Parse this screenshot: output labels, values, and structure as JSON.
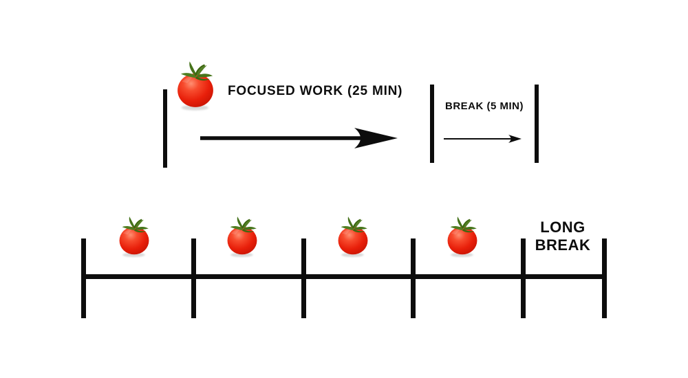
{
  "diagram": {
    "type": "pomodoro-technique-diagram",
    "cycle": {
      "focused_work_label": "FOCUSED WORK (25 MIN)",
      "break_label": "BREAK (5 MIN)"
    },
    "timeline": {
      "long_break_label": "LONG BREAK",
      "pomodoro_count": 4,
      "tick_count": 6
    },
    "icons": {
      "tomato": "tomato-icon",
      "thick_arrow": "focused-work-arrow-icon",
      "thin_arrow": "break-arrow-icon"
    },
    "colors": {
      "background": "#ffffff",
      "ink": "#0d0d0d",
      "tomato_red": "#e81f0a",
      "tomato_highlight": "#ff8f72",
      "tomato_dark_red": "#a81102",
      "tomato_green": "#4f7e21",
      "shadow_gray": "#b9b9b9"
    }
  }
}
